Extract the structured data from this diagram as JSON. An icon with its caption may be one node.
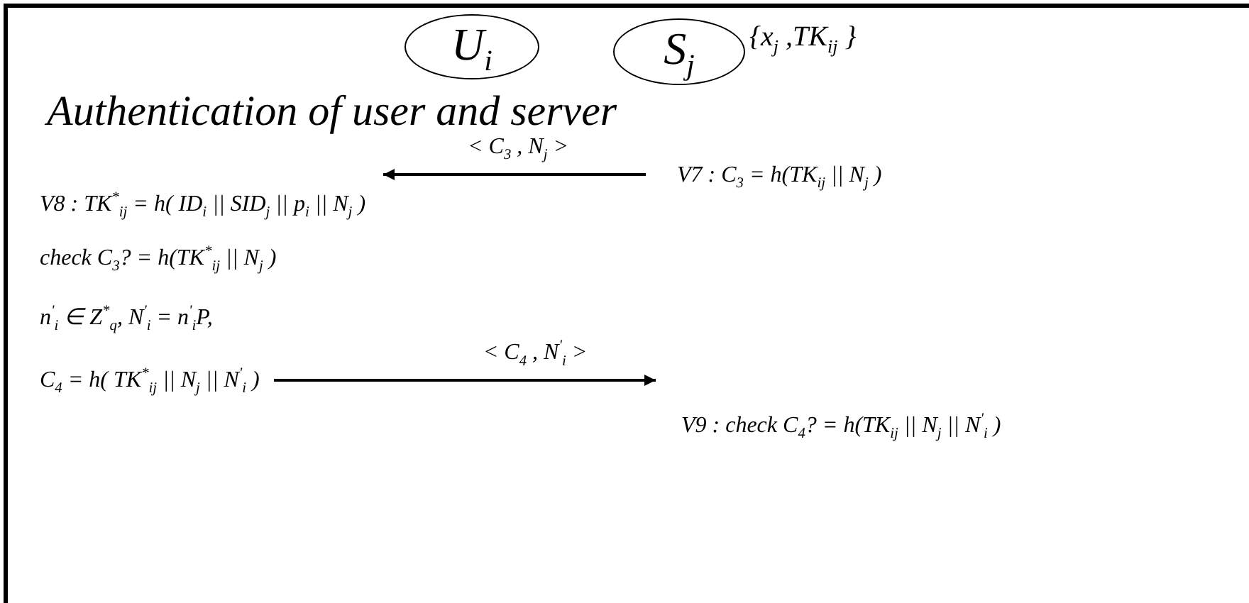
{
  "diagram": {
    "title": "Authentication of user and server",
    "nodes": [
      {
        "text": [
          "U$_{i}$"
        ]
      },
      {
        "text": [
          "S$_{j}$"
        ],
        "beside": [
          "{x$_{j}$ ,TK$_{ij}$ }"
        ]
      },
      {
        "text": [
          "V7 : C$_{3}$ = h(TK$_{ij}$ || N$_{j}$ )"
        ]
      },
      {
        "text": [
          "V8 : TK$^{*}$$_{ij}$ = h( ID$_{i}$ || SID$_{j}$ || p$_{i}$ || N$_{j}$ )"
        ]
      },
      {
        "text": [
          "check  C$_{3}$? = h(TK$^{*}$$_{ij}$ || N$_{j}$ )"
        ]
      },
      {
        "text": [
          "n$^{'}$$_{i}$ ∈ Z$^{*}$$_{q}$, N$^{'}$$_{i}$ = n$^{'}$$_{i}$P,"
        ]
      },
      {
        "text": [
          "C$_{4}$ = h( TK$^{*}$$_{ij}$ || N$_{j}$ || N$^{'}$$_{i}$ )"
        ]
      },
      {
        "text": [
          "V9 : check  C$_{4}$? = h(TK$_{ij}$ || N$_{j}$ || N$^{'}$$_{i}$ )"
        ]
      }
    ],
    "edges": [
      {
        "from": 2,
        "to": 3,
        "arrow": "to",
        "label": "< C$_{3}$ , N$_{j}$ >"
      },
      {
        "from": 6,
        "to": 7,
        "arrow": "to",
        "label": "< C$_{4}$ , N$^{'}$$_{i}$ >"
      }
    ]
  }
}
